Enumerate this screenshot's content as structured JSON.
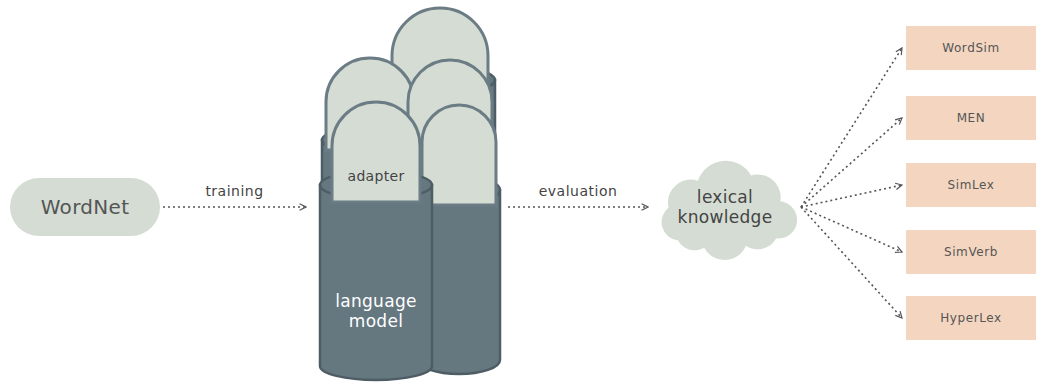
{
  "diagram": {
    "nodes": [
      {
        "text": [
          "WordNet"
        ]
      },
      {
        "text": [
          "language model"
        ]
      },
      {
        "text": [
          "adapter"
        ],
        "in": 1
      },
      {
        "text": [
          "lexical knowledge"
        ]
      },
      {
        "text": [
          "WordSim"
        ]
      },
      {
        "text": [
          "MEN"
        ]
      },
      {
        "text": [
          "SimLex"
        ]
      },
      {
        "text": [
          "SimVerb"
        ]
      },
      {
        "text": [
          "HyperLex"
        ]
      }
    ],
    "edges": [
      {
        "from": 0,
        "to": 1,
        "label": "training",
        "arrow": "to"
      },
      {
        "from": 1,
        "to": 3,
        "label": "evaluation",
        "arrow": "to"
      },
      {
        "from": 3,
        "to": 4,
        "arrow": "to"
      },
      {
        "from": 3,
        "to": 5,
        "arrow": "to"
      },
      {
        "from": 3,
        "to": 6,
        "arrow": "to"
      },
      {
        "from": 3,
        "to": 7,
        "arrow": "to"
      },
      {
        "from": 3,
        "to": 8,
        "arrow": "to"
      }
    ]
  }
}
